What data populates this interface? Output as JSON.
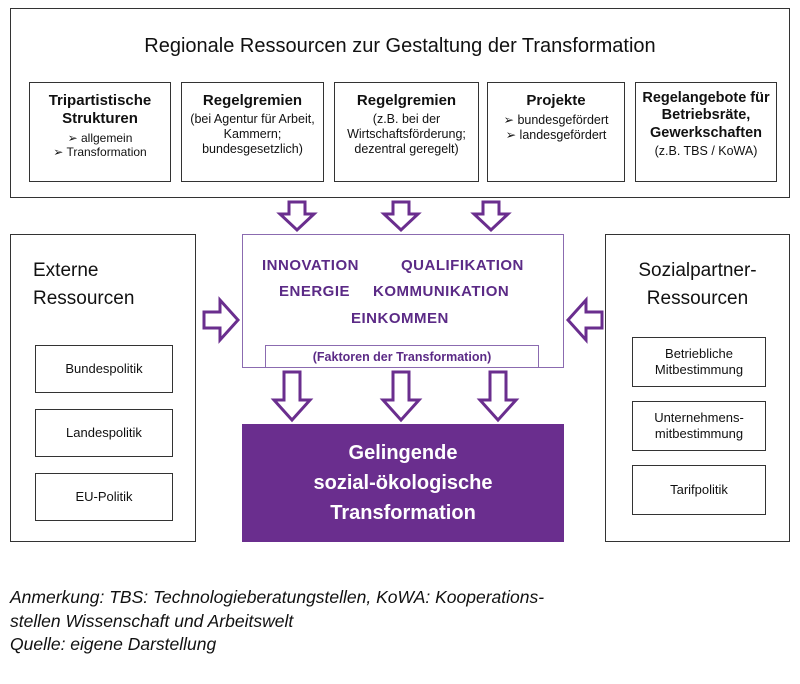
{
  "top": {
    "title": "Regionale Ressourcen zur Gestaltung der Transformation",
    "boxes": [
      {
        "title": "Tripartistische Strukturen",
        "items": [
          "➢ allgemein",
          "➢ Transformation"
        ]
      },
      {
        "title": "Regelgremien",
        "desc": "(bei Agentur für Arbeit, Kammern; bundesgesetzlich)"
      },
      {
        "title": "Regelgremien",
        "desc": "(z.B. bei der Wirtschaftsförderung; dezentral geregelt)"
      },
      {
        "title": "Projekte",
        "items": [
          "➢ bundesgefördert",
          "➢ landesgefördert"
        ]
      },
      {
        "title": "Regelangebote für Betriebsräte, Gewerkschaften",
        "desc": "(z.B. TBS / KoWA)"
      }
    ]
  },
  "left": {
    "title_line1": "Externe",
    "title_line2": "Ressourcen",
    "items": [
      "Bundespolitik",
      "Landespolitik",
      "EU-Politik"
    ]
  },
  "right": {
    "title_line1": "Sozialpartner-",
    "title_line2": "Ressourcen",
    "items": [
      "Betriebliche Mitbestimmung",
      "Unternehmens-mitbestimmung",
      "Tarifpolitik"
    ]
  },
  "center": {
    "word_innovation": "INNOVATION",
    "word_qualifikation": "QUALIFIKATION",
    "word_energie": "ENERGIE",
    "word_kommunikation": "KOMMUNIKATION",
    "word_einkommen": "EINKOMMEN",
    "factors_label": "(Faktoren der Transformation)"
  },
  "result": {
    "line1": "Gelingende",
    "line2": "sozial-ökologische",
    "line3": "Transformation"
  },
  "note": {
    "line1": "Anmerkung: TBS: Technologieberatungstellen, KoWA: Kooperations-",
    "line2": "stellen Wissenschaft und Arbeitswelt",
    "line3": "Quelle: eigene Darstellung"
  },
  "colors": {
    "purple": "#6a2e8e",
    "purple_text": "#5b2a86",
    "arrow_stroke": "#6a2e8e"
  }
}
